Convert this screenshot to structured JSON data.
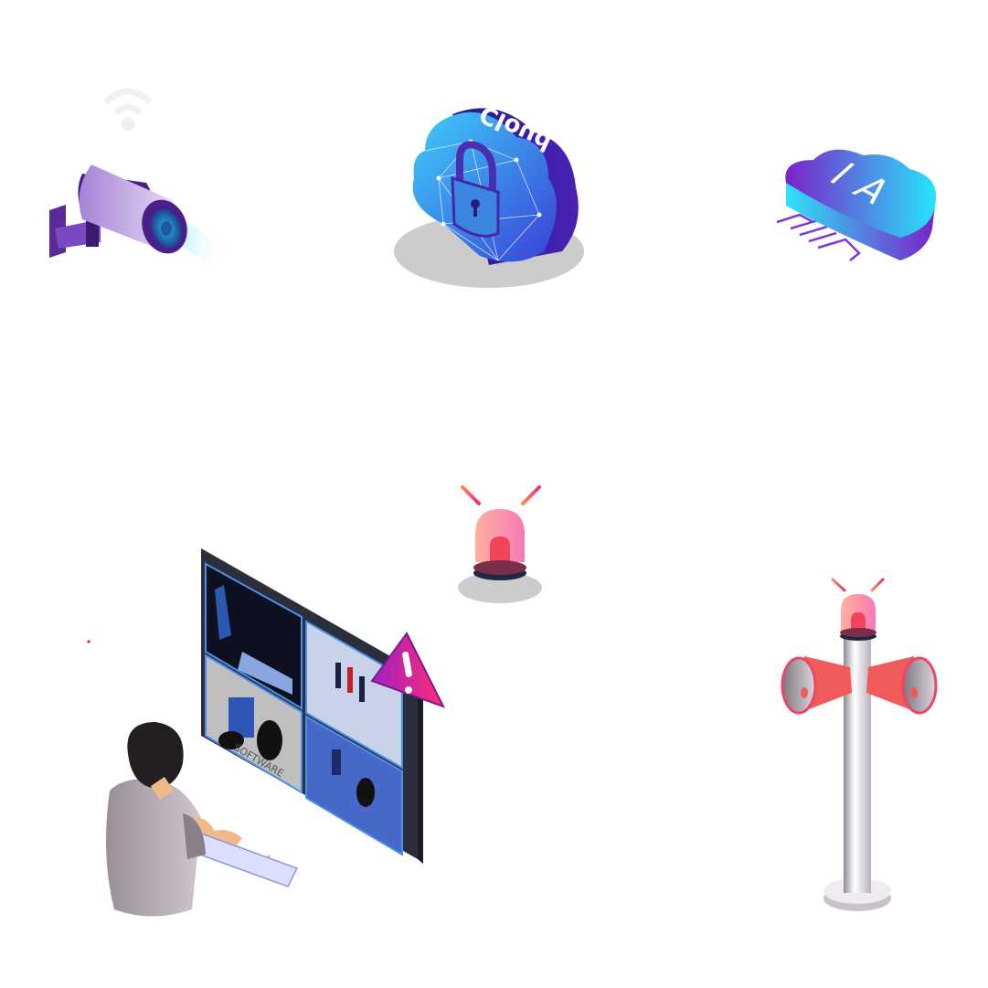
{
  "scene": {
    "description": "Isometric security technology illustrations",
    "items": [
      {
        "name": "Security camera",
        "icon": "cctv-camera-icon"
      },
      {
        "name": "Secure cloud",
        "icon": "cloud-lock-icon",
        "label": "Cloud"
      },
      {
        "name": "AI cloud",
        "icon": "ai-cloud-icon",
        "label": "IA"
      },
      {
        "name": "Alarm beacon",
        "icon": "alarm-beacon-icon"
      },
      {
        "name": "Monitoring operator",
        "icon": "monitoring-operator-icon",
        "screen_text": "SOFTWARE"
      },
      {
        "name": "Siren pole",
        "icon": "siren-pole-icon"
      }
    ]
  },
  "colors": {
    "purple": "#6a2fd0",
    "cyan": "#27d8f5",
    "red": "#f0455a",
    "pink": "#e0257f",
    "shadow": "#cccccc",
    "monitor": "#2b2e3b"
  }
}
